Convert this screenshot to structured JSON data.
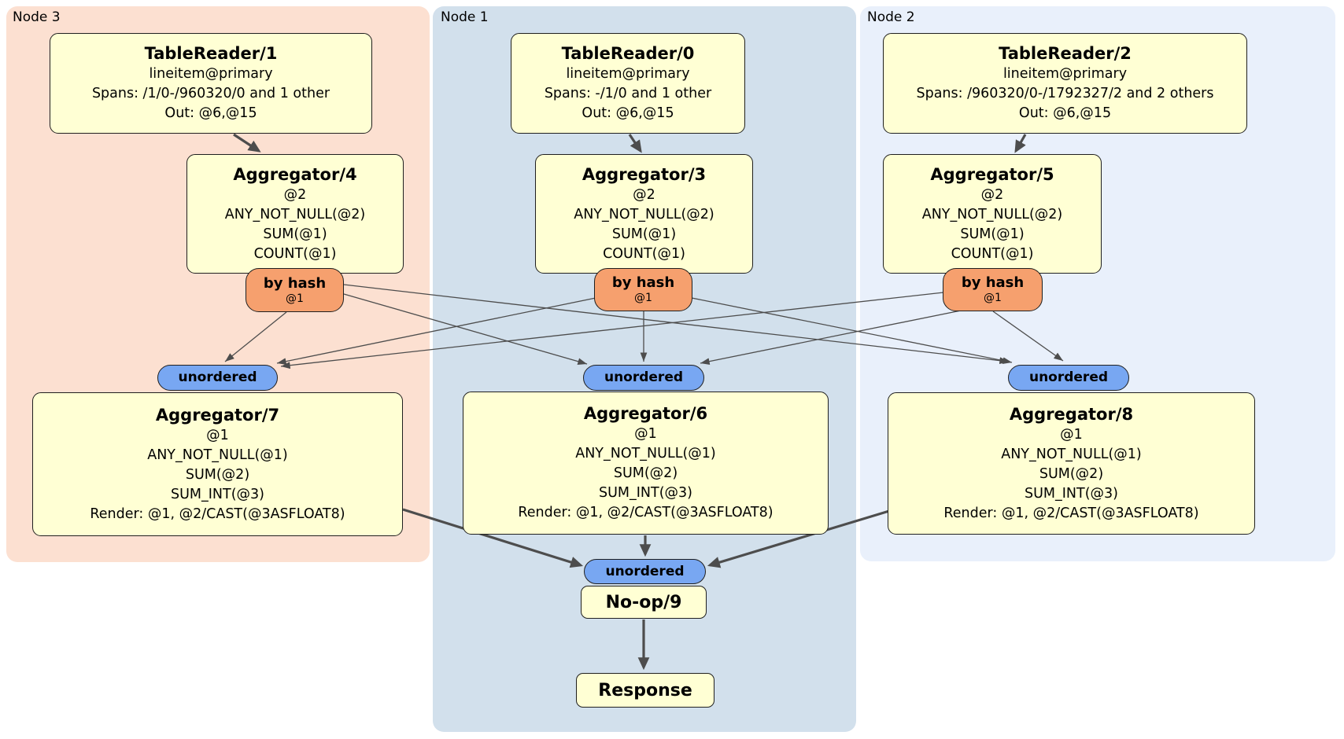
{
  "regions": {
    "node3": {
      "label": "Node 3"
    },
    "node1": {
      "label": "Node 1"
    },
    "node2": {
      "label": "Node 2"
    }
  },
  "processors": {
    "tablereader1": {
      "title": "TableReader/1",
      "lines": [
        "lineitem@primary",
        "Spans: /1/0-/960320/0 and 1 other",
        "Out: @6,@15"
      ]
    },
    "tablereader0": {
      "title": "TableReader/0",
      "lines": [
        "lineitem@primary",
        "Spans: -/1/0 and 1 other",
        "Out: @6,@15"
      ]
    },
    "tablereader2": {
      "title": "TableReader/2",
      "lines": [
        "lineitem@primary",
        "Spans: /960320/0-/1792327/2 and 2 others",
        "Out: @6,@15"
      ]
    },
    "aggregator4": {
      "title": "Aggregator/4",
      "lines": [
        "@2",
        "ANY_NOT_NULL(@2)",
        "SUM(@1)",
        "COUNT(@1)"
      ]
    },
    "aggregator3": {
      "title": "Aggregator/3",
      "lines": [
        "@2",
        "ANY_NOT_NULL(@2)",
        "SUM(@1)",
        "COUNT(@1)"
      ]
    },
    "aggregator5": {
      "title": "Aggregator/5",
      "lines": [
        "@2",
        "ANY_NOT_NULL(@2)",
        "SUM(@1)",
        "COUNT(@1)"
      ]
    },
    "aggregator7": {
      "title": "Aggregator/7",
      "lines": [
        "@1",
        "ANY_NOT_NULL(@1)",
        "SUM(@2)",
        "SUM_INT(@3)",
        "Render: @1, @2/CAST(@3ASFLOAT8)"
      ]
    },
    "aggregator6": {
      "title": "Aggregator/6",
      "lines": [
        "@1",
        "ANY_NOT_NULL(@1)",
        "SUM(@2)",
        "SUM_INT(@3)",
        "Render: @1, @2/CAST(@3ASFLOAT8)"
      ]
    },
    "aggregator8": {
      "title": "Aggregator/8",
      "lines": [
        "@1",
        "ANY_NOT_NULL(@1)",
        "SUM(@2)",
        "SUM_INT(@3)",
        "Render: @1, @2/CAST(@3ASFLOAT8)"
      ]
    },
    "noop9": {
      "title": "No-op/9"
    },
    "response": {
      "title": "Response"
    }
  },
  "routers": {
    "hash4": {
      "label": "by hash",
      "detail": "@1"
    },
    "hash3": {
      "label": "by hash",
      "detail": "@1"
    },
    "hash5": {
      "label": "by hash",
      "detail": "@1"
    },
    "unordered7": {
      "label": "unordered"
    },
    "unordered6": {
      "label": "unordered"
    },
    "unordered8": {
      "label": "unordered"
    },
    "unordered9": {
      "label": "unordered"
    }
  },
  "colors": {
    "node3_bg": "#fce0d1",
    "node1_bg": "#d2e0ec",
    "node2_bg": "#e9f0fb",
    "processor_bg": "#ffffd4",
    "hash_router_bg": "#f6a06e",
    "unordered_router_bg": "#78a7f2",
    "edge": "#4d4d4d"
  }
}
